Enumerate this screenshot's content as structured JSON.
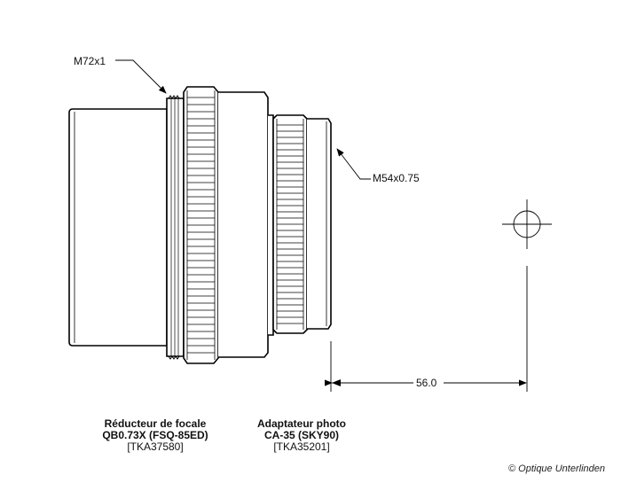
{
  "labels": {
    "thread_large": "M72x1",
    "thread_small": "M54x0.75",
    "dimension": "56.0"
  },
  "products": [
    {
      "name": "Réducteur de focale",
      "model": "QB0.73X (FSQ-85ED)",
      "ref": "[TKA37580]"
    },
    {
      "name": "Adaptateur photo",
      "model": "CA-35 (SKY90)",
      "ref": "[TKA35201]"
    }
  ],
  "copyright": "© Optique Unterlinden"
}
